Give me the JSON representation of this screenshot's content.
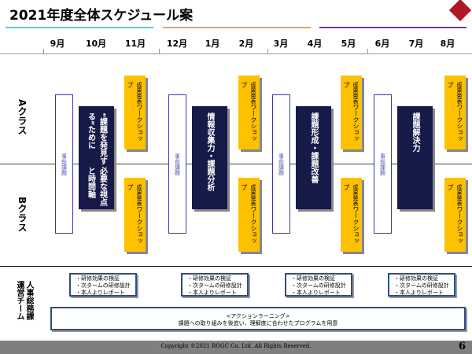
{
  "title": "2021年度全体スケジュール案",
  "colors": {
    "line1": "#00e5ff",
    "line2": "#ff9a40",
    "line3": "#7a22ff",
    "dark": "#161a48",
    "yellow": "#fdc100",
    "logo": "#b01828"
  },
  "months": [
    "9月",
    "10月",
    "11月",
    "12月",
    "1月",
    "2月",
    "3月",
    "4月",
    "5月",
    "6月",
    "7月",
    "8月"
  ],
  "classes": {
    "a": "Aクラス",
    "b": "Bクラス"
  },
  "pre_task": "事前課題",
  "phases": [
    {
      "lines": [
        "“課題を発見する”ために",
        "必要な視点と時間軸"
      ]
    },
    {
      "lines": [
        "情報収集力・課題分析"
      ]
    },
    {
      "lines": [
        "課題形成・課題改善"
      ]
    },
    {
      "lines": [
        "課題解決力"
      ]
    }
  ],
  "workshop": {
    "line1": "成果発表",
    "line2": "ワークショップ"
  },
  "team": {
    "line1": "人事総務課",
    "line2": "運営チーム"
  },
  "info": [
    "・研修効果の検証",
    "・次タームの研修設計",
    "・本人よりレポート"
  ],
  "action": {
    "title": "<アクションラーニング>",
    "text": "課題への取り組みを後追い、理解度に合わせたプログラムを用意"
  },
  "footer": {
    "copyright": "Copyright ©2021  ROGC Co. Ltd. All Rights Reserved.",
    "page": "6"
  }
}
